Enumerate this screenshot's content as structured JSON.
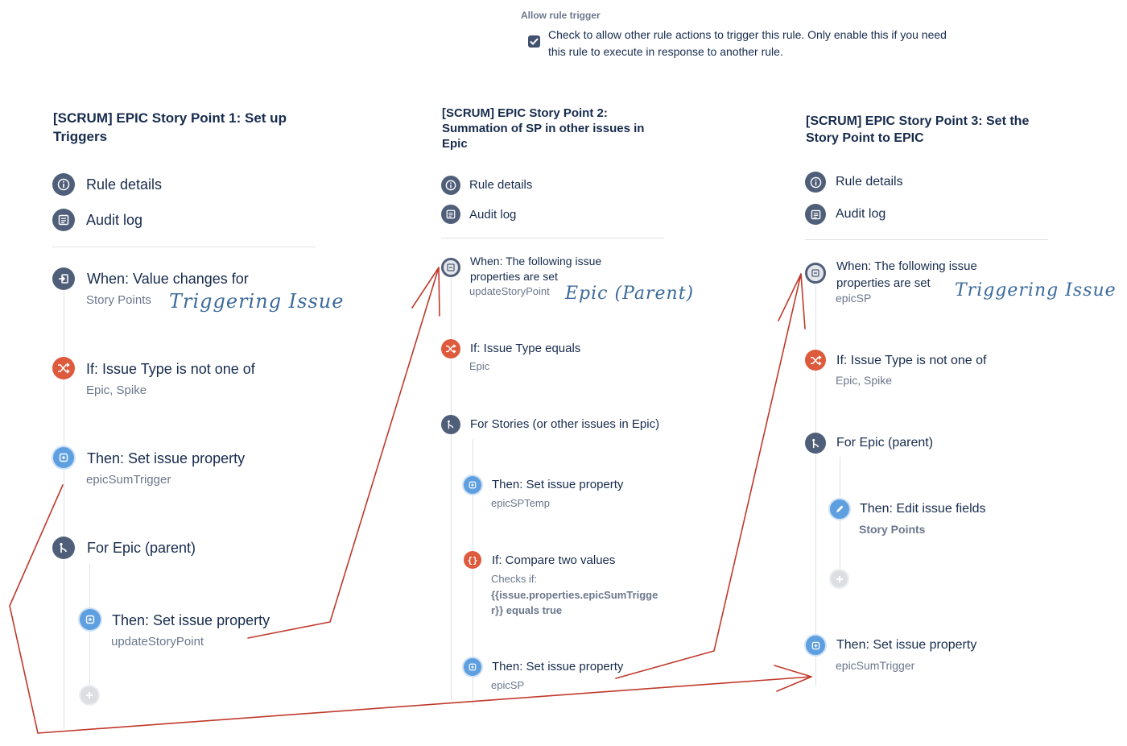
{
  "allow_trigger": {
    "title": "Allow rule trigger",
    "checked": true,
    "description": "Check to allow other rule actions to trigger this rule. Only enable this if you need this rule to execute in response to another rule."
  },
  "col1": {
    "title": "[SCRUM] EPIC Story Point 1: Set up Triggers",
    "rule_details": "Rule details",
    "audit_log": "Audit log",
    "trigger_label": "When: Value changes for",
    "trigger_sub": "Story Points",
    "annotation": "Triggering Issue",
    "cond_label": "If: Issue Type is not one of",
    "cond_sub": "Epic, Spike",
    "action_label": "Then: Set issue property",
    "action_sub": "epicSumTrigger",
    "branch_label": "For Epic (parent)",
    "branch_action_label": "Then: Set issue property",
    "branch_action_sub": "updateStoryPoint"
  },
  "col2": {
    "title": "[SCRUM] EPIC Story Point 2: Summation of SP in other issues in Epic",
    "rule_details": "Rule details",
    "audit_log": "Audit log",
    "trigger_label": "When: The following issue properties are set",
    "trigger_sub": "updateStoryPoint",
    "annotation": "Epic (Parent)",
    "cond_label": "If: Issue Type equals",
    "cond_sub": "Epic",
    "branch_label": "For Stories (or other issues in Epic)",
    "action1_label": "Then: Set issue property",
    "action1_sub": "epicSPTemp",
    "compare_label": "If: Compare two values",
    "compare_checks": "Checks if:",
    "compare_expr": "{{issue.properties.epicSumTrigger}} equals true",
    "action2_label": "Then: Set issue property",
    "action2_sub": "epicSP"
  },
  "col3": {
    "title": "[SCRUM] EPIC Story Point 3: Set the Story Point to EPIC",
    "rule_details": "Rule details",
    "audit_log": "Audit log",
    "trigger_label": "When: The following issue properties are set",
    "trigger_sub": "epicSP",
    "annotation": "Triggering Issue",
    "cond_label": "If: Issue Type is not one of",
    "cond_sub": "Epic, Spike",
    "branch_label": "For Epic (parent)",
    "edit_label": "Then: Edit issue fields",
    "edit_sub": "Story Points",
    "action_label": "Then: Set issue property",
    "action_sub": "epicSumTrigger"
  },
  "colors": {
    "arrow": "#c0392b",
    "icon_dark": "#505f79",
    "icon_red": "#de5a3c",
    "icon_blue": "#5e9fe0",
    "handwriting": "#3b6a9b"
  }
}
